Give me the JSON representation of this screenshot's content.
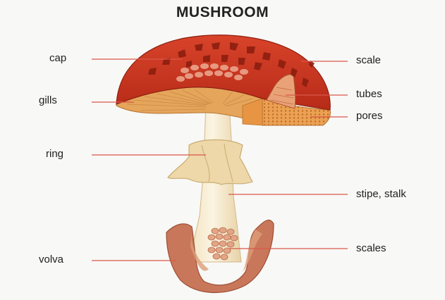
{
  "title": "MUSHROOM",
  "labels": {
    "cap": "cap",
    "gills": "gills",
    "ring": "ring",
    "volva": "volva",
    "scale": "scale",
    "tubes": "tubes",
    "pores": "pores",
    "stipe": "stipe, stalk",
    "scales": "scales"
  },
  "colors": {
    "cap": "#c8321e",
    "gills": "#e5a55a",
    "stipe": "#f6ead0",
    "ring": "#eed7a8",
    "volva": "#c9775a",
    "pores": "#eb9c4c",
    "leader": "#d9574a"
  }
}
